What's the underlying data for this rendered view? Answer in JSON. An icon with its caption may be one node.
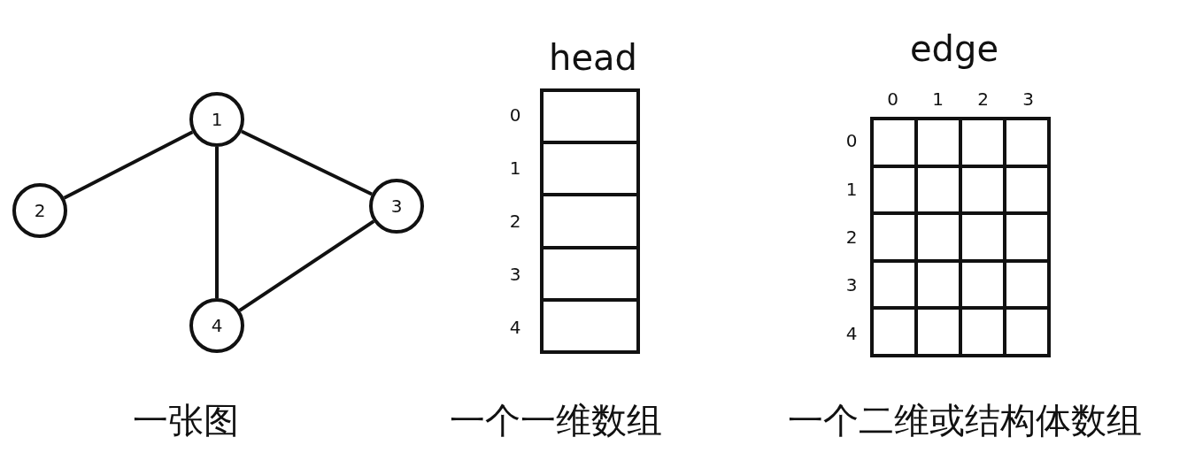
{
  "diagram": {
    "nodes": [
      {
        "text": [
          "1"
        ]
      },
      {
        "text": [
          "2"
        ]
      },
      {
        "text": [
          "3"
        ]
      },
      {
        "text": [
          "4"
        ]
      },
      {
        "text": [
          "head"
        ]
      },
      {
        "text": [
          "edge"
        ]
      }
    ],
    "edges": [
      {
        "from": 0,
        "to": 1,
        "arrow": "none"
      },
      {
        "from": 0,
        "to": 2,
        "arrow": "none"
      },
      {
        "from": 0,
        "to": 3,
        "arrow": "none"
      },
      {
        "from": 2,
        "to": 3,
        "arrow": "none"
      }
    ],
    "labels": [
      "0",
      "1",
      "2",
      "3",
      "4",
      "0",
      "1",
      "2",
      "3",
      "0",
      "1",
      "2",
      "3",
      "4",
      "一张图",
      "一个一维数组",
      "一个二维或结构体数组"
    ]
  }
}
